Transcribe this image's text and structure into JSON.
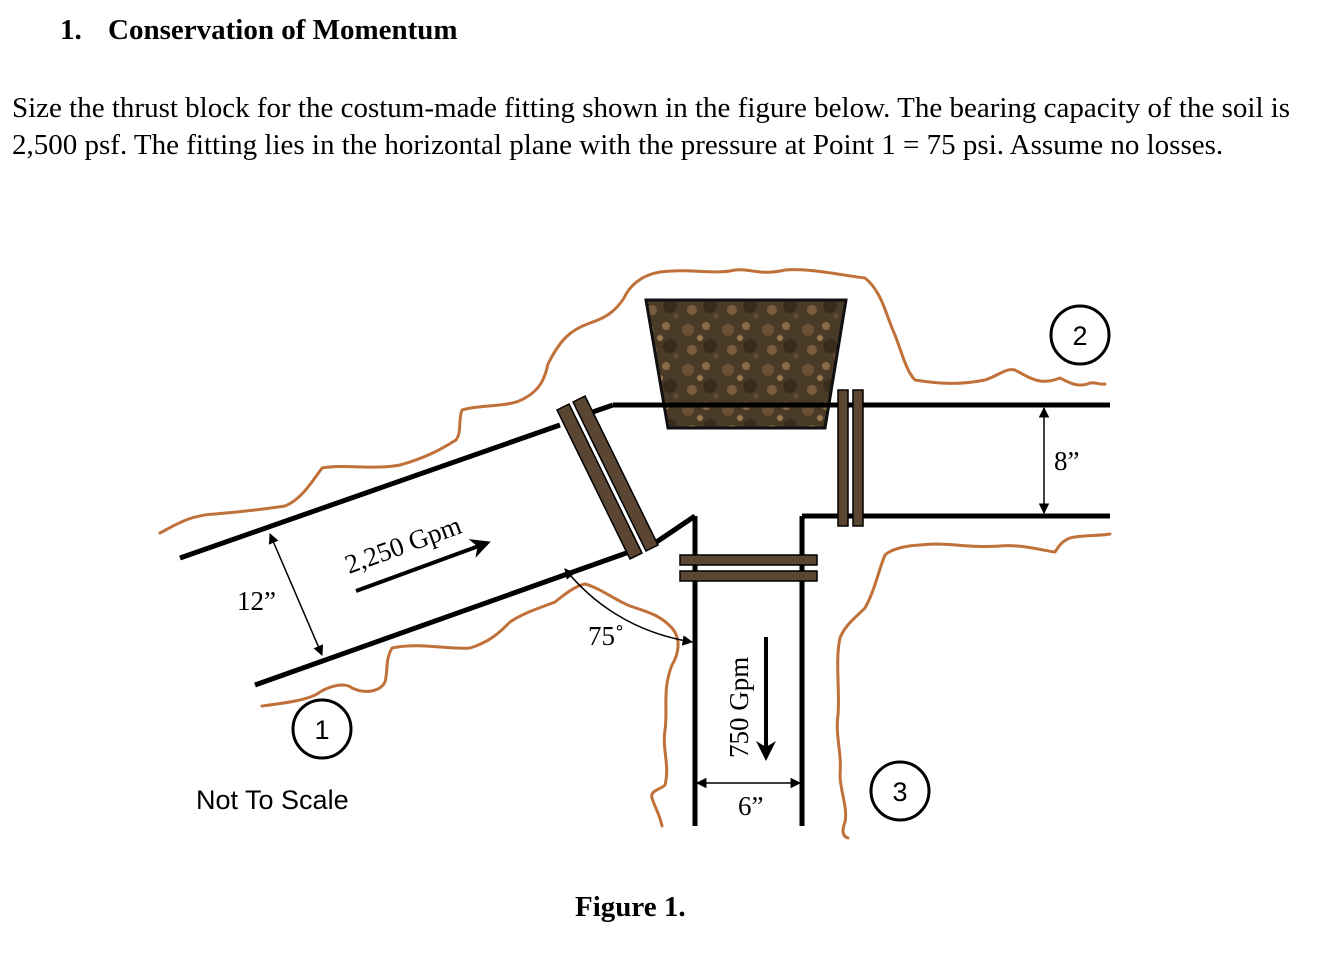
{
  "heading": {
    "number": "1.",
    "title": "Conservation of Momentum"
  },
  "problem": {
    "text": "Size the thrust block for the costum-made fitting shown in the figure below. The bearing capacity of the soil is 2,500 psf. The fitting lies in the horizontal plane with the pressure at Point 1 = 75 psi. Assume no losses."
  },
  "figure": {
    "caption": "Figure 1.",
    "note": "Not To Scale",
    "flow_inlet": "2,250 Gpm",
    "flow_branch": "750 Gpm",
    "dim_inlet": "12”",
    "dim_outlet": "8”",
    "dim_branch": "6”",
    "angle": "75˚",
    "points": [
      "1",
      "2",
      "3"
    ],
    "colors": {
      "soil_line": "#c0713a",
      "flange": "#5a4632",
      "thrust_block": "#4a3a28"
    }
  }
}
